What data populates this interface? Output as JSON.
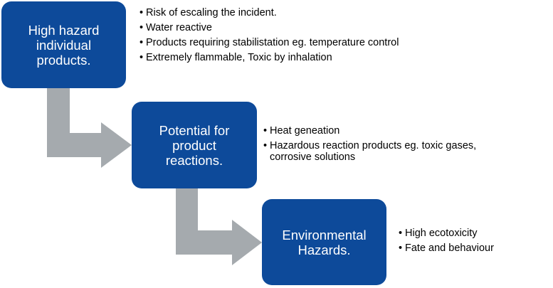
{
  "steps": [
    {
      "title_lines": [
        "High hazard",
        "individual",
        "products."
      ],
      "bullets": [
        "Risk of escaling the incident.",
        "Water reactive",
        "Products requiring stabilistation eg. temperature control",
        "Extremely flammable,  Toxic by inhalation"
      ]
    },
    {
      "title_lines": [
        "Potential for",
        "product",
        "reactions."
      ],
      "bullets": [
        "Heat geneation",
        "Hazardous  reaction products eg. toxic gases, corrosive solutions"
      ]
    },
    {
      "title_lines": [
        "Environmental",
        "Hazards."
      ],
      "bullets": [
        "High  ecotoxicity",
        "Fate and behaviour"
      ]
    }
  ],
  "colors": {
    "box_fill": "#0d4a9a",
    "arrow_fill": "#a5aaae",
    "box_text": "#ffffff",
    "bullet_text": "#000000"
  }
}
